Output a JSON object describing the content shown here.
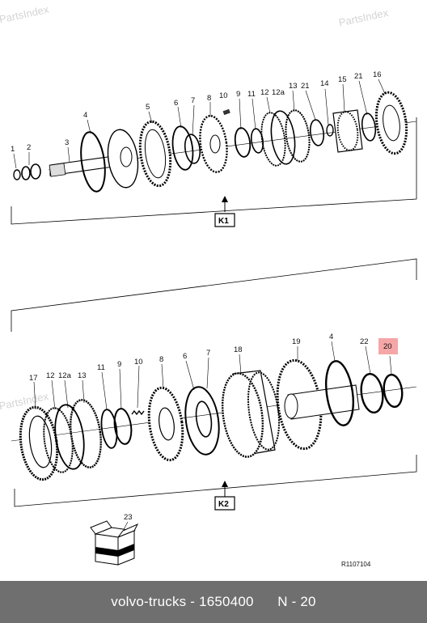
{
  "watermark": "PartsIndex",
  "panel_k1": {
    "tag": "K1",
    "labels": [
      "1",
      "2",
      "3",
      "4",
      "5",
      "6",
      "7",
      "8",
      "10",
      "9",
      "11",
      "12",
      "12a",
      "13",
      "21",
      "14",
      "15",
      "21",
      "16"
    ]
  },
  "panel_k2": {
    "tag": "K2",
    "labels": [
      "17",
      "12",
      "12a",
      "13",
      "11",
      "9",
      "10",
      "8",
      "6",
      "7",
      "18",
      "19",
      "4",
      "22",
      "20"
    ]
  },
  "highlighted_part": "20",
  "box_part": "23",
  "drawing_ref": "R1107104",
  "footer": {
    "text": "volvo-trucks - 1650400      N - 20"
  }
}
